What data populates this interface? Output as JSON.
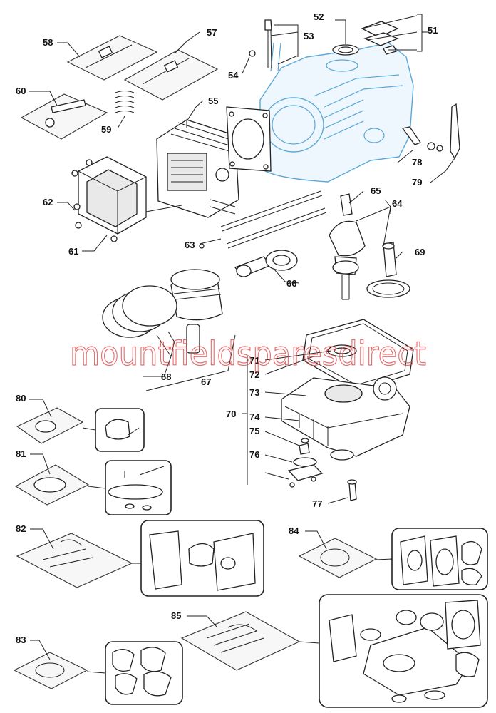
{
  "watermark": "mountfieldsparesdirect",
  "labels": {
    "l51": "51",
    "l52": "52",
    "l53": "53",
    "l54": "54",
    "l55": "55",
    "l57": "57",
    "l58": "58",
    "l59": "59",
    "l60": "60",
    "l61": "61",
    "l62": "62",
    "l63": "63",
    "l64": "64",
    "l65": "65",
    "l66": "66",
    "l67": "67",
    "l68": "68",
    "l69": "69",
    "l70": "70",
    "l71": "71",
    "l72": "72",
    "l73": "73",
    "l74": "74",
    "l75": "75",
    "l76": "76",
    "l77": "77",
    "l78": "78",
    "l79": "79",
    "l80": "80",
    "l81": "81",
    "l82": "82",
    "l83": "83",
    "l84": "84",
    "l85": "85"
  },
  "colors": {
    "highlight": "#5aa7d8",
    "watermark": "#e24b4b",
    "ink": "#222222"
  }
}
